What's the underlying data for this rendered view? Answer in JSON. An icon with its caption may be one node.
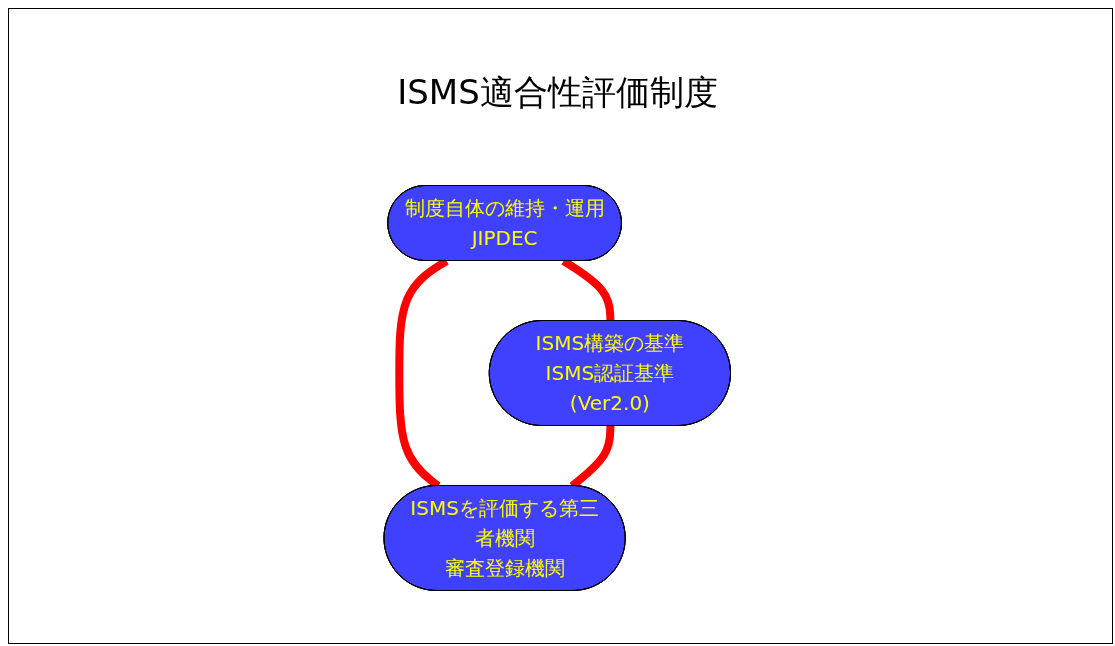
{
  "diagram": {
    "title": "ISMS適合性評価制度",
    "nodes": [
      {
        "text": [
          "制度自体の維持・運用",
          "JIPDEC"
        ]
      },
      {
        "text": [
          "ISMS構築の基準",
          "ISMS認証基準(Ver2.0)"
        ]
      },
      {
        "text": [
          "ISMSを評価する第三者機関",
          "審査登録機関"
        ]
      }
    ],
    "edges": [
      {
        "from": 0,
        "to": 1,
        "arrow": "none"
      },
      {
        "from": 0,
        "to": 2,
        "arrow": "none"
      },
      {
        "from": 1,
        "to": 2,
        "arrow": "none"
      }
    ]
  }
}
